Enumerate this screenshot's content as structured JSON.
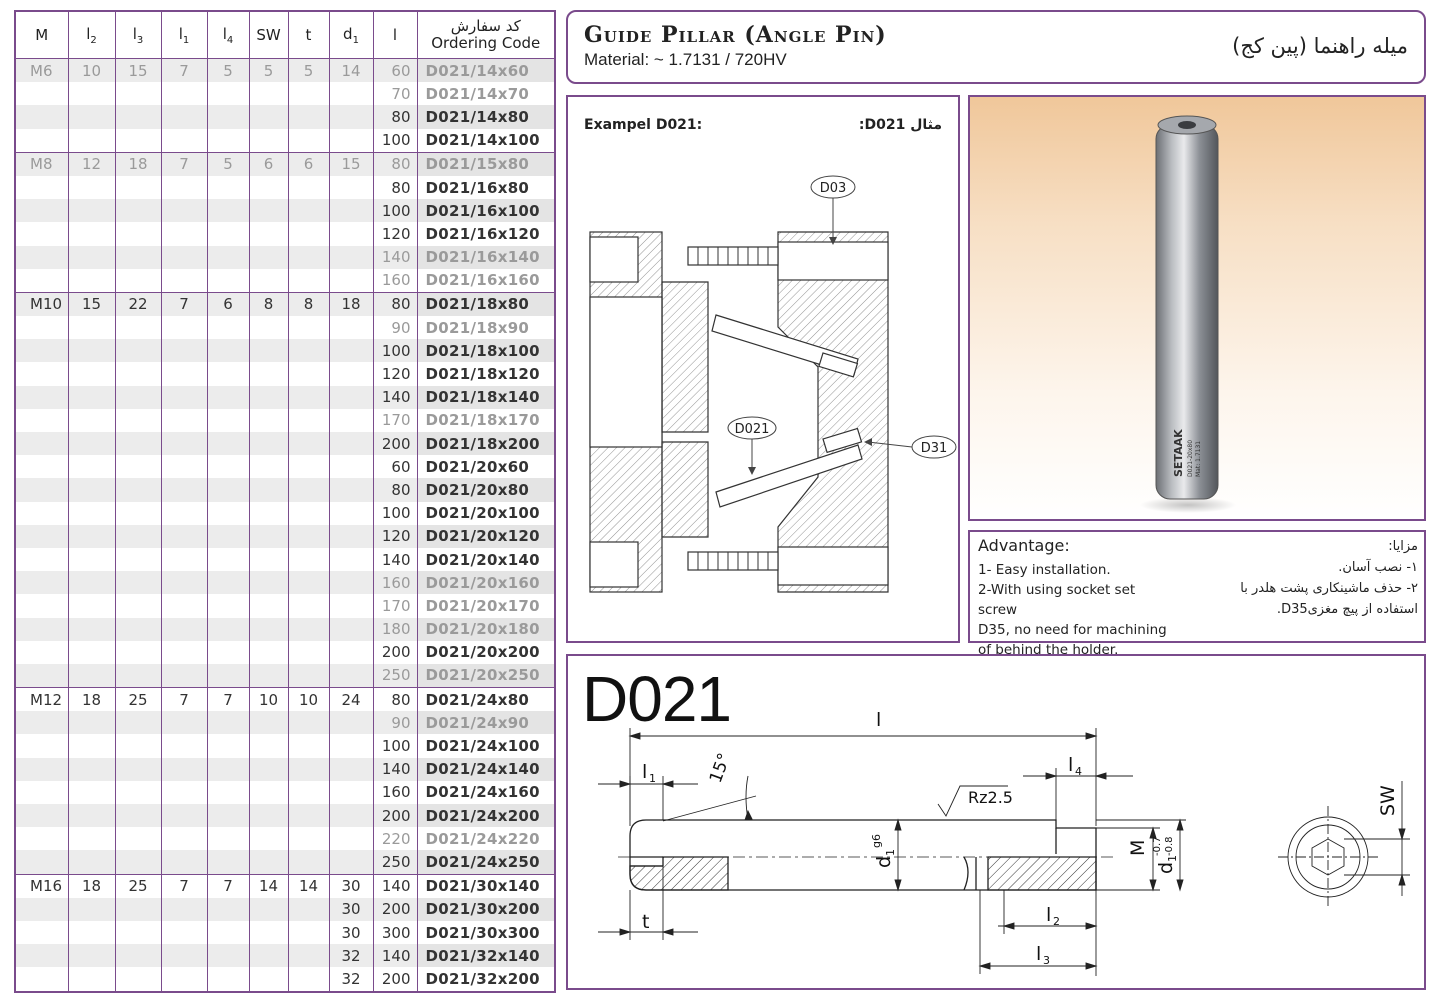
{
  "table": {
    "headers": [
      "M",
      "l2",
      "l3",
      "l1",
      "l4",
      "SW",
      "t",
      "d1",
      "l"
    ],
    "header_fa": "کد سفارش",
    "header_code": "Ordering Code",
    "rows": [
      {
        "M": "M6",
        "l2": "10",
        "l3": "15",
        "l1": "7",
        "l4": "5",
        "SW": "5",
        "t": "5",
        "d1": "14",
        "l": "60",
        "code": "D021/14x60",
        "dim": true,
        "shade": true,
        "grp": false
      },
      {
        "M": "",
        "l2": "",
        "l3": "",
        "l1": "",
        "l4": "",
        "SW": "",
        "t": "",
        "d1": "",
        "l": "70",
        "code": "D021/14x70",
        "dim": true,
        "shade": false,
        "grp": false
      },
      {
        "M": "",
        "l2": "",
        "l3": "",
        "l1": "",
        "l4": "",
        "SW": "",
        "t": "",
        "d1": "",
        "l": "80",
        "code": "D021/14x80",
        "dim": false,
        "shade": true,
        "grp": false
      },
      {
        "M": "",
        "l2": "",
        "l3": "",
        "l1": "",
        "l4": "",
        "SW": "",
        "t": "",
        "d1": "",
        "l": "100",
        "code": "D021/14x100",
        "dim": false,
        "shade": false,
        "grp": false
      },
      {
        "M": "M8",
        "l2": "12",
        "l3": "18",
        "l1": "7",
        "l4": "5",
        "SW": "6",
        "t": "6",
        "d1": "15",
        "l": "80",
        "code": "D021/15x80",
        "dim": true,
        "shade": true,
        "grp": true
      },
      {
        "M": "",
        "l2": "",
        "l3": "",
        "l1": "",
        "l4": "",
        "SW": "",
        "t": "",
        "d1": "",
        "l": "80",
        "code": "D021/16x80",
        "dim": false,
        "shade": false,
        "grp": false
      },
      {
        "M": "",
        "l2": "",
        "l3": "",
        "l1": "",
        "l4": "",
        "SW": "",
        "t": "",
        "d1": "",
        "l": "100",
        "code": "D021/16x100",
        "dim": false,
        "shade": true,
        "grp": false
      },
      {
        "M": "",
        "l2": "",
        "l3": "",
        "l1": "",
        "l4": "",
        "SW": "",
        "t": "",
        "d1": "",
        "l": "120",
        "code": "D021/16x120",
        "dim": false,
        "shade": false,
        "grp": false
      },
      {
        "M": "",
        "l2": "",
        "l3": "",
        "l1": "",
        "l4": "",
        "SW": "",
        "t": "",
        "d1": "",
        "l": "140",
        "code": "D021/16x140",
        "dim": true,
        "shade": true,
        "grp": false
      },
      {
        "M": "",
        "l2": "",
        "l3": "",
        "l1": "",
        "l4": "",
        "SW": "",
        "t": "",
        "d1": "",
        "l": "160",
        "code": "D021/16x160",
        "dim": true,
        "shade": false,
        "grp": false
      },
      {
        "M": "M10",
        "l2": "15",
        "l3": "22",
        "l1": "7",
        "l4": "6",
        "SW": "8",
        "t": "8",
        "d1": "18",
        "l": "80",
        "code": "D021/18x80",
        "dim": false,
        "shade": true,
        "grp": true
      },
      {
        "M": "",
        "l2": "",
        "l3": "",
        "l1": "",
        "l4": "",
        "SW": "",
        "t": "",
        "d1": "",
        "l": "90",
        "code": "D021/18x90",
        "dim": true,
        "shade": false,
        "grp": false
      },
      {
        "M": "",
        "l2": "",
        "l3": "",
        "l1": "",
        "l4": "",
        "SW": "",
        "t": "",
        "d1": "",
        "l": "100",
        "code": "D021/18x100",
        "dim": false,
        "shade": true,
        "grp": false
      },
      {
        "M": "",
        "l2": "",
        "l3": "",
        "l1": "",
        "l4": "",
        "SW": "",
        "t": "",
        "d1": "",
        "l": "120",
        "code": "D021/18x120",
        "dim": false,
        "shade": false,
        "grp": false
      },
      {
        "M": "",
        "l2": "",
        "l3": "",
        "l1": "",
        "l4": "",
        "SW": "",
        "t": "",
        "d1": "",
        "l": "140",
        "code": "D021/18x140",
        "dim": false,
        "shade": true,
        "grp": false
      },
      {
        "M": "",
        "l2": "",
        "l3": "",
        "l1": "",
        "l4": "",
        "SW": "",
        "t": "",
        "d1": "",
        "l": "170",
        "code": "D021/18x170",
        "dim": true,
        "shade": false,
        "grp": false
      },
      {
        "M": "",
        "l2": "",
        "l3": "",
        "l1": "",
        "l4": "",
        "SW": "",
        "t": "",
        "d1": "",
        "l": "200",
        "code": "D021/18x200",
        "dim": false,
        "shade": true,
        "grp": false
      },
      {
        "M": "",
        "l2": "",
        "l3": "",
        "l1": "",
        "l4": "",
        "SW": "",
        "t": "",
        "d1": "",
        "l": "60",
        "code": "D021/20x60",
        "dim": false,
        "shade": false,
        "grp": false
      },
      {
        "M": "",
        "l2": "",
        "l3": "",
        "l1": "",
        "l4": "",
        "SW": "",
        "t": "",
        "d1": "",
        "l": "80",
        "code": "D021/20x80",
        "dim": false,
        "shade": true,
        "grp": false
      },
      {
        "M": "",
        "l2": "",
        "l3": "",
        "l1": "",
        "l4": "",
        "SW": "",
        "t": "",
        "d1": "",
        "l": "100",
        "code": "D021/20x100",
        "dim": false,
        "shade": false,
        "grp": false
      },
      {
        "M": "",
        "l2": "",
        "l3": "",
        "l1": "",
        "l4": "",
        "SW": "",
        "t": "",
        "d1": "",
        "l": "120",
        "code": "D021/20x120",
        "dim": false,
        "shade": true,
        "grp": false
      },
      {
        "M": "",
        "l2": "",
        "l3": "",
        "l1": "",
        "l4": "",
        "SW": "",
        "t": "",
        "d1": "",
        "l": "140",
        "code": "D021/20x140",
        "dim": false,
        "shade": false,
        "grp": false
      },
      {
        "M": "",
        "l2": "",
        "l3": "",
        "l1": "",
        "l4": "",
        "SW": "",
        "t": "",
        "d1": "",
        "l": "160",
        "code": "D021/20x160",
        "dim": true,
        "shade": true,
        "grp": false
      },
      {
        "M": "",
        "l2": "",
        "l3": "",
        "l1": "",
        "l4": "",
        "SW": "",
        "t": "",
        "d1": "",
        "l": "170",
        "code": "D021/20x170",
        "dim": true,
        "shade": false,
        "grp": false
      },
      {
        "M": "",
        "l2": "",
        "l3": "",
        "l1": "",
        "l4": "",
        "SW": "",
        "t": "",
        "d1": "",
        "l": "180",
        "code": "D021/20x180",
        "dim": true,
        "shade": true,
        "grp": false
      },
      {
        "M": "",
        "l2": "",
        "l3": "",
        "l1": "",
        "l4": "",
        "SW": "",
        "t": "",
        "d1": "",
        "l": "200",
        "code": "D021/20x200",
        "dim": false,
        "shade": false,
        "grp": false
      },
      {
        "M": "",
        "l2": "",
        "l3": "",
        "l1": "",
        "l4": "",
        "SW": "",
        "t": "",
        "d1": "",
        "l": "250",
        "code": "D021/20x250",
        "dim": true,
        "shade": true,
        "grp": false
      },
      {
        "M": "M12",
        "l2": "18",
        "l3": "25",
        "l1": "7",
        "l4": "7",
        "SW": "10",
        "t": "10",
        "d1": "24",
        "l": "80",
        "code": "D021/24x80",
        "dim": false,
        "shade": false,
        "grp": true
      },
      {
        "M": "",
        "l2": "",
        "l3": "",
        "l1": "",
        "l4": "",
        "SW": "",
        "t": "",
        "d1": "",
        "l": "90",
        "code": "D021/24x90",
        "dim": true,
        "shade": true,
        "grp": false
      },
      {
        "M": "",
        "l2": "",
        "l3": "",
        "l1": "",
        "l4": "",
        "SW": "",
        "t": "",
        "d1": "",
        "l": "100",
        "code": "D021/24x100",
        "dim": false,
        "shade": false,
        "grp": false
      },
      {
        "M": "",
        "l2": "",
        "l3": "",
        "l1": "",
        "l4": "",
        "SW": "",
        "t": "",
        "d1": "",
        "l": "140",
        "code": "D021/24x140",
        "dim": false,
        "shade": true,
        "grp": false
      },
      {
        "M": "",
        "l2": "",
        "l3": "",
        "l1": "",
        "l4": "",
        "SW": "",
        "t": "",
        "d1": "",
        "l": "160",
        "code": "D021/24x160",
        "dim": false,
        "shade": false,
        "grp": false
      },
      {
        "M": "",
        "l2": "",
        "l3": "",
        "l1": "",
        "l4": "",
        "SW": "",
        "t": "",
        "d1": "",
        "l": "200",
        "code": "D021/24x200",
        "dim": false,
        "shade": true,
        "grp": false
      },
      {
        "M": "",
        "l2": "",
        "l3": "",
        "l1": "",
        "l4": "",
        "SW": "",
        "t": "",
        "d1": "",
        "l": "220",
        "code": "D021/24x220",
        "dim": true,
        "shade": false,
        "grp": false
      },
      {
        "M": "",
        "l2": "",
        "l3": "",
        "l1": "",
        "l4": "",
        "SW": "",
        "t": "",
        "d1": "",
        "l": "250",
        "code": "D021/24x250",
        "dim": false,
        "shade": true,
        "grp": false
      },
      {
        "M": "M16",
        "l2": "18",
        "l3": "25",
        "l1": "7",
        "l4": "7",
        "SW": "14",
        "t": "14",
        "d1": "30",
        "l": "140",
        "code": "D021/30x140",
        "dim": false,
        "shade": false,
        "grp": true
      },
      {
        "M": "",
        "l2": "",
        "l3": "",
        "l1": "",
        "l4": "",
        "SW": "",
        "t": "",
        "d1": "30",
        "l": "200",
        "code": "D021/30x200",
        "dim": false,
        "shade": true,
        "grp": false
      },
      {
        "M": "",
        "l2": "",
        "l3": "",
        "l1": "",
        "l4": "",
        "SW": "",
        "t": "",
        "d1": "30",
        "l": "300",
        "code": "D021/30x300",
        "dim": false,
        "shade": false,
        "grp": false
      },
      {
        "M": "",
        "l2": "",
        "l3": "",
        "l1": "",
        "l4": "",
        "SW": "",
        "t": "",
        "d1": "32",
        "l": "140",
        "code": "D021/32x140",
        "dim": false,
        "shade": true,
        "grp": false
      },
      {
        "M": "",
        "l2": "",
        "l3": "",
        "l1": "",
        "l4": "",
        "SW": "",
        "t": "",
        "d1": "32",
        "l": "200",
        "code": "D021/32x200",
        "dim": false,
        "shade": false,
        "grp": false
      }
    ]
  },
  "header": {
    "title": "Guide Pillar (Angle Pin)",
    "material": "Material: ~ 1.7131 / 720HV",
    "title_fa": "میله راهنما (پین کج)"
  },
  "example": {
    "label_en": "Exampel D021:",
    "label_fa": "مثال D021:",
    "callouts": [
      "D03",
      "D021",
      "D31"
    ]
  },
  "photo": {
    "engraving": [
      "SETAAK",
      "D021-20x80",
      "Mat: 1.7131"
    ]
  },
  "advantage": {
    "title": "Advantage:",
    "lines": [
      "1- Easy installation.",
      "2-With using socket set screw",
      "D35, no need for machining",
      "of behind the holder."
    ],
    "title_fa": "مزایا:",
    "lines_fa": [
      "۱- نصب آسان.",
      "۲- حذف ماشینکاری پشت هلدر با",
      "استفاده از پیچ مغزیD35."
    ]
  },
  "drawing": {
    "code": "D021",
    "labels": {
      "l": "l",
      "l1": "l",
      "l1_sub": "1",
      "l4": "l",
      "l4_sub": "4",
      "l2": "l",
      "l2_sub": "2",
      "l3": "l",
      "l3_sub": "3",
      "angle": "15°",
      "rz": "Rz2.5",
      "d1": "d",
      "d1_sub": "1",
      "d1_tol": "g6",
      "M": "M",
      "d1m": "d",
      "d1m_sub": "1",
      "d1m_tol_top": "-0.7",
      "d1m_tol_bot": "-0.8",
      "t": "t",
      "SW": "SW"
    }
  },
  "colors": {
    "border": "#7a4b8c",
    "shade": "#ececec",
    "dim_text": "#9a9a9a"
  }
}
